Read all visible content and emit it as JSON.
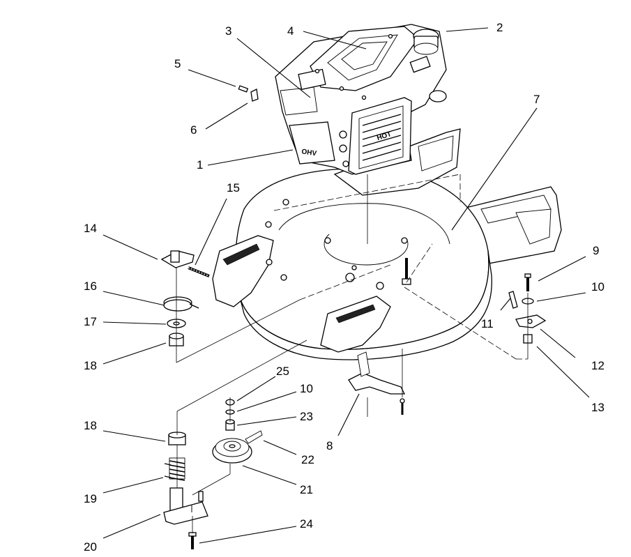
{
  "callouts": [
    {
      "id": "1",
      "label": "1"
    },
    {
      "id": "2",
      "label": "2"
    },
    {
      "id": "3",
      "label": "3"
    },
    {
      "id": "4",
      "label": "4"
    },
    {
      "id": "5",
      "label": "5"
    },
    {
      "id": "6",
      "label": "6"
    },
    {
      "id": "7",
      "label": "7"
    },
    {
      "id": "8",
      "label": "8"
    },
    {
      "id": "9",
      "label": "9"
    },
    {
      "id": "10a",
      "label": "10"
    },
    {
      "id": "10b",
      "label": "10"
    },
    {
      "id": "11",
      "label": "11"
    },
    {
      "id": "12",
      "label": "12"
    },
    {
      "id": "13",
      "label": "13"
    },
    {
      "id": "14",
      "label": "14"
    },
    {
      "id": "15",
      "label": "15"
    },
    {
      "id": "16",
      "label": "16"
    },
    {
      "id": "17",
      "label": "17"
    },
    {
      "id": "18a",
      "label": "18"
    },
    {
      "id": "18b",
      "label": "18"
    },
    {
      "id": "19",
      "label": "19"
    },
    {
      "id": "20",
      "label": "20"
    },
    {
      "id": "21",
      "label": "21"
    },
    {
      "id": "22",
      "label": "22"
    },
    {
      "id": "23",
      "label": "23"
    },
    {
      "id": "24",
      "label": "24"
    },
    {
      "id": "25",
      "label": "25"
    }
  ],
  "engine_decals": {
    "hot": "HOT",
    "ohv": "OHV"
  }
}
